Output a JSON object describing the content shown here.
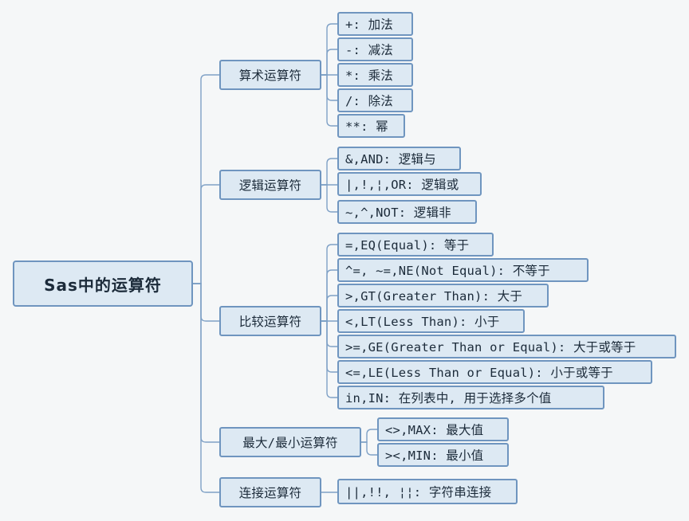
{
  "root": {
    "label": "Sas中的运算符"
  },
  "categories": [
    {
      "label": "算术运算符",
      "items": [
        "+: 加法",
        "-: 减法",
        "*: 乘法",
        "/: 除法",
        "**: 幂"
      ]
    },
    {
      "label": "逻辑运算符",
      "items": [
        "&,AND: 逻辑与",
        "|,!,¦,OR: 逻辑或",
        "~,^,NOT: 逻辑非"
      ]
    },
    {
      "label": "比较运算符",
      "items": [
        "=,EQ(Equal): 等于",
        "^=, ~=,NE(Not Equal): 不等于",
        ">,GT(Greater Than): 大于",
        "<,LT(Less Than): 小于",
        ">=,GE(Greater Than or Equal): 大于或等于",
        "<=,LE(Less Than or Equal): 小于或等于",
        "in,IN: 在列表中, 用于选择多个值"
      ]
    },
    {
      "label": "最大/最小运算符",
      "items": [
        "<>,MAX: 最大值",
        "><,MIN: 最小值"
      ]
    },
    {
      "label": "连接运算符",
      "items": [
        "||,!!, ¦¦: 字符串连接"
      ]
    }
  ],
  "colors": {
    "node_fill": "#dde9f3",
    "node_border": "#6f95bf",
    "link": "#7fa1c6",
    "background": "#f5f7f8"
  }
}
